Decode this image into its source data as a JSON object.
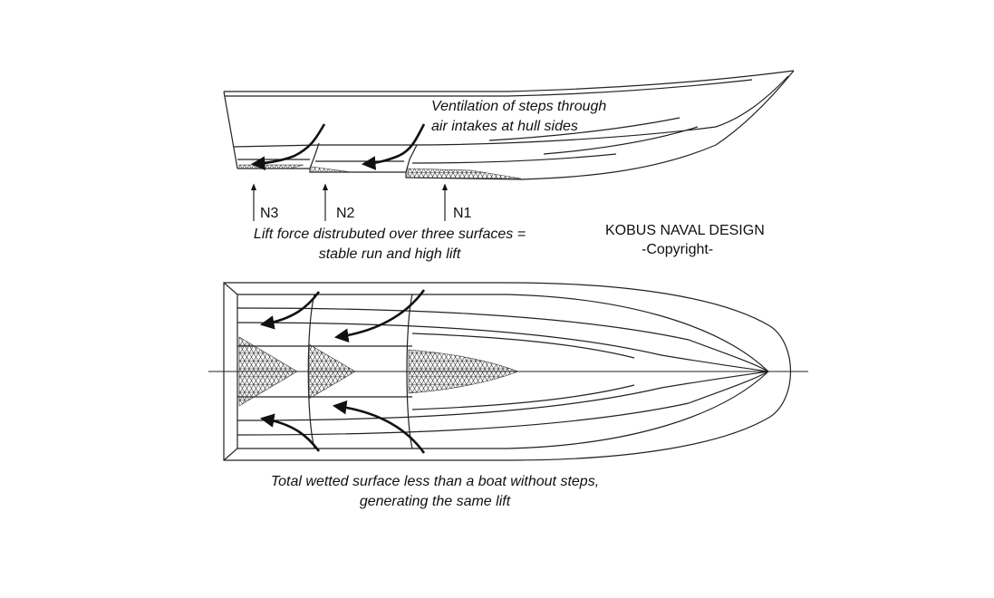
{
  "labels": {
    "ventilation_line1": "Ventilation of steps through",
    "ventilation_line2": "air intakes at hull sides",
    "step_n3": "N3",
    "step_n2": "N2",
    "step_n1": "N1",
    "lift_line1": "Lift force distrubuted over three surfaces =",
    "lift_line2": "stable run and high lift",
    "brand_line1": "KOBUS NAVAL DESIGN",
    "brand_line2": "-Copyright-",
    "wetted_line1": "Total wetted surface less than a boat without steps,",
    "wetted_line2": "generating the same lift"
  },
  "colors": {
    "ink": "#111111",
    "background": "#ffffff"
  }
}
